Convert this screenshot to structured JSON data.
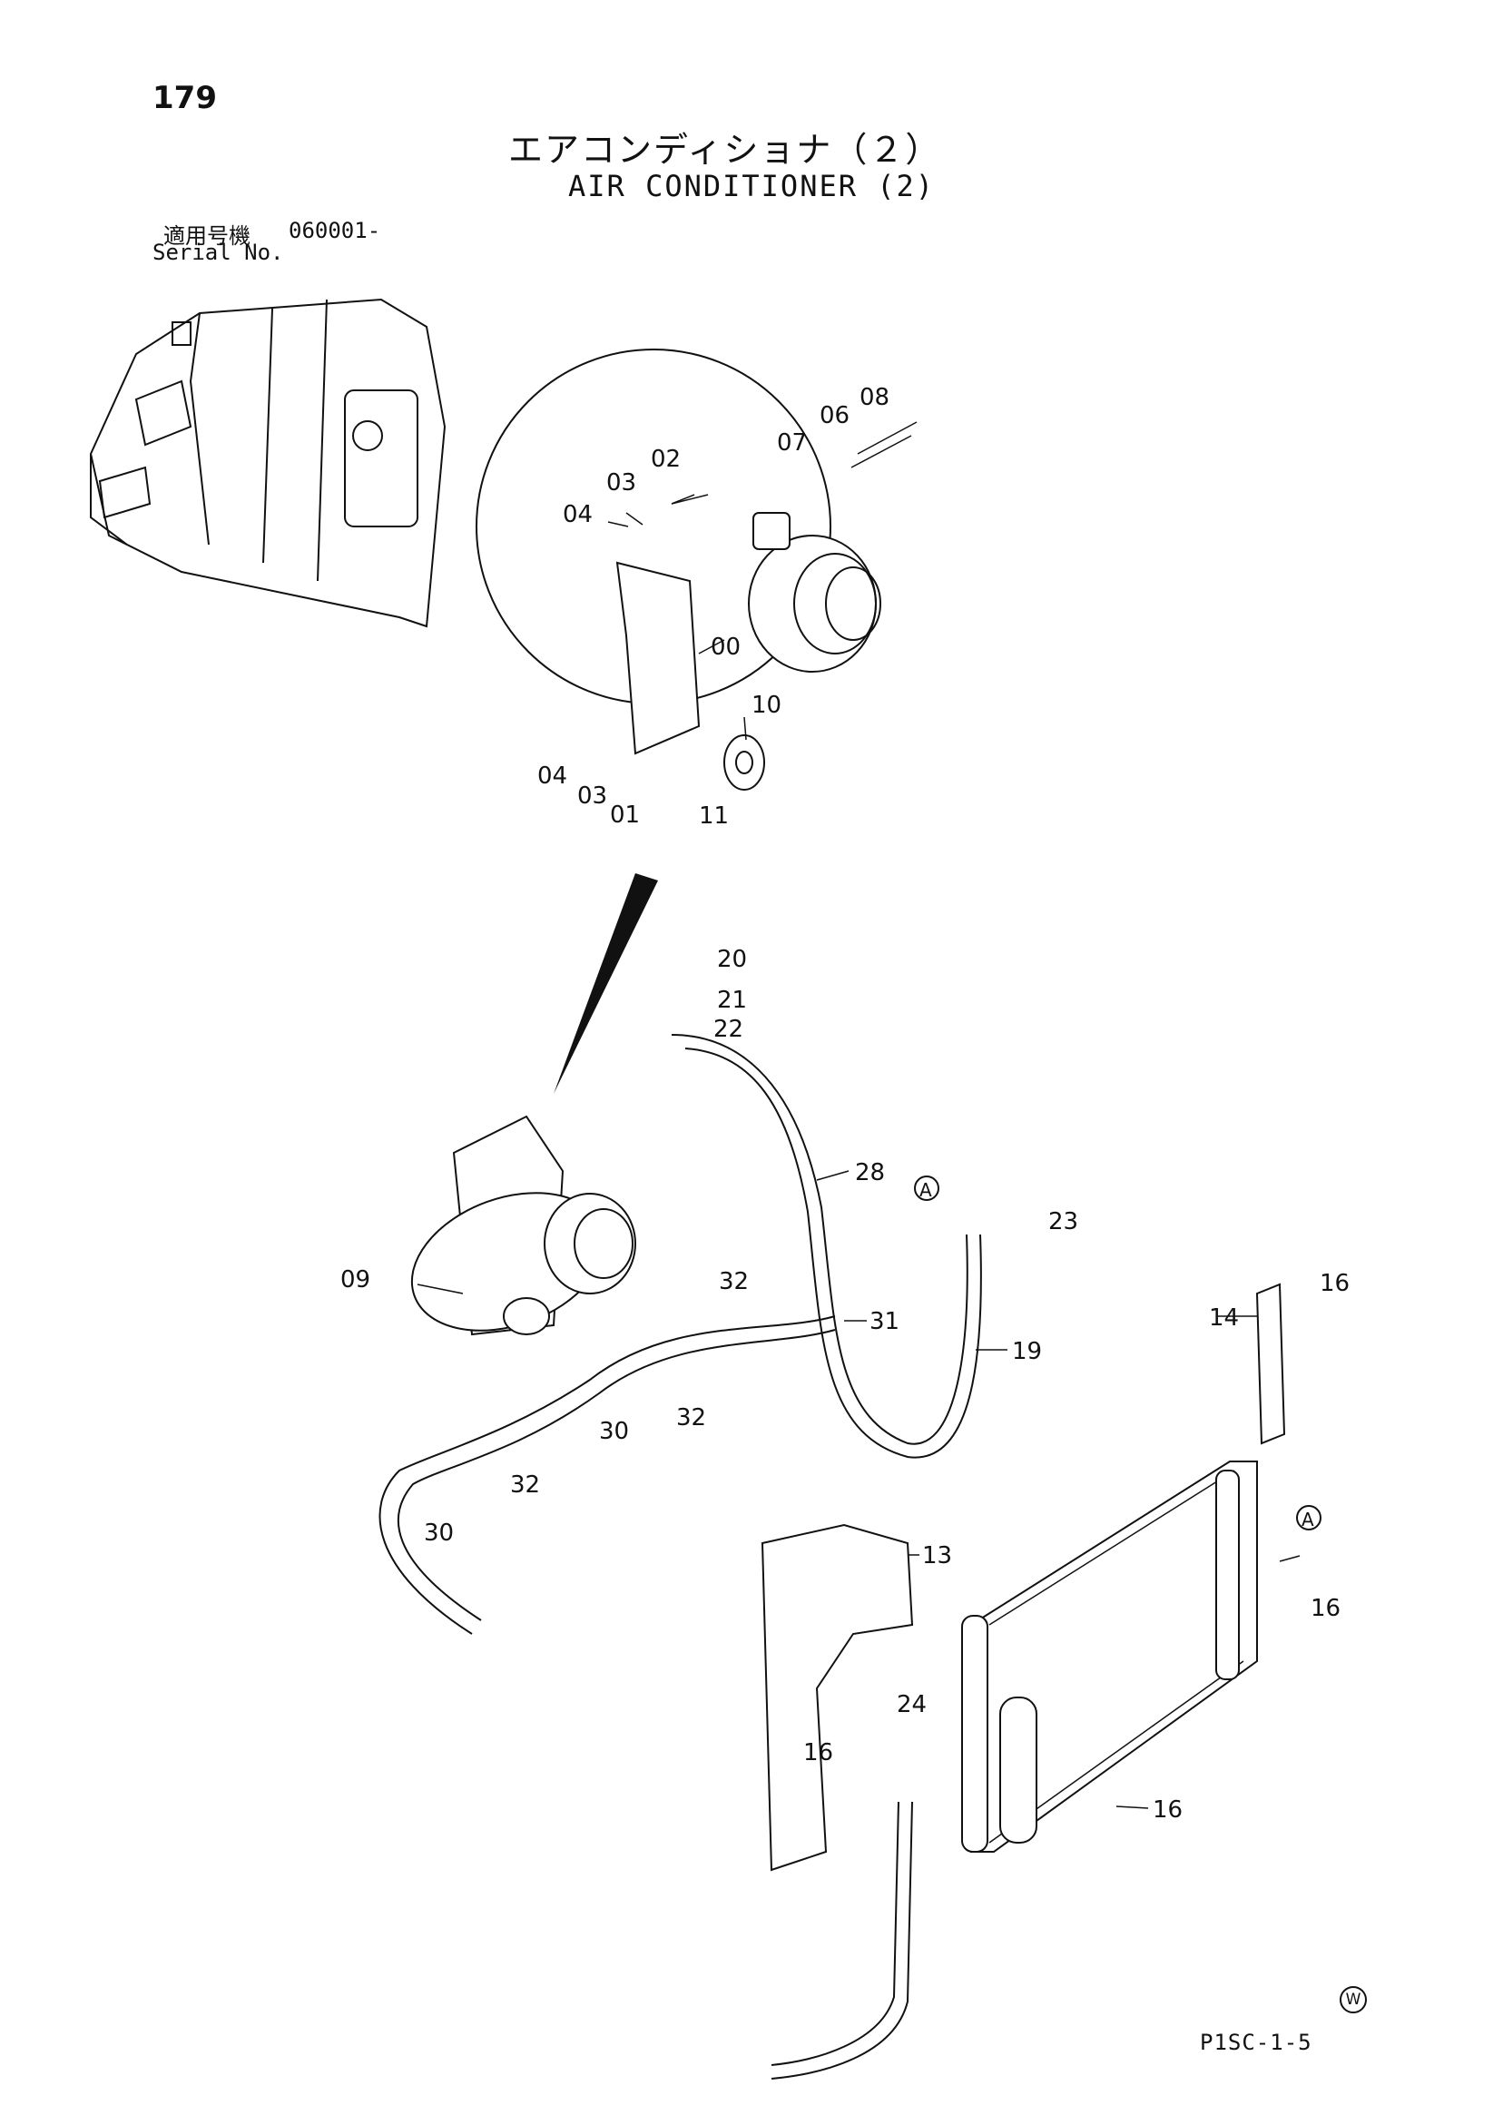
{
  "header": {
    "page_number": "179",
    "title_ja": "エアコンディショナ（２）",
    "title_en": "AIR CONDITIONER (2)",
    "serial_label_ja": "適用号機",
    "serial_value": "060001-",
    "serial_label_en": "Serial No."
  },
  "footer": {
    "drawing_code": "P1SC-1-5",
    "mark": "W"
  },
  "callouts": {
    "c00": "00",
    "c01": "01",
    "c02": "02",
    "c03a": "03",
    "c03b": "03",
    "c04a": "04",
    "c04b": "04",
    "c06": "06",
    "c07": "07",
    "c08": "08",
    "c09": "09",
    "c10": "10",
    "c11": "11",
    "c13": "13",
    "c14": "14",
    "c16a": "16",
    "c16b": "16",
    "c16c": "16",
    "c16d": "16",
    "c19": "19",
    "c20": "20",
    "c21": "21",
    "c22": "22",
    "c23": "23",
    "c24": "24",
    "c28": "28",
    "c30a": "30",
    "c30b": "30",
    "c31": "31",
    "c32a": "32",
    "c32b": "32",
    "c32c": "32",
    "refA1": "A",
    "refA2": "A"
  }
}
